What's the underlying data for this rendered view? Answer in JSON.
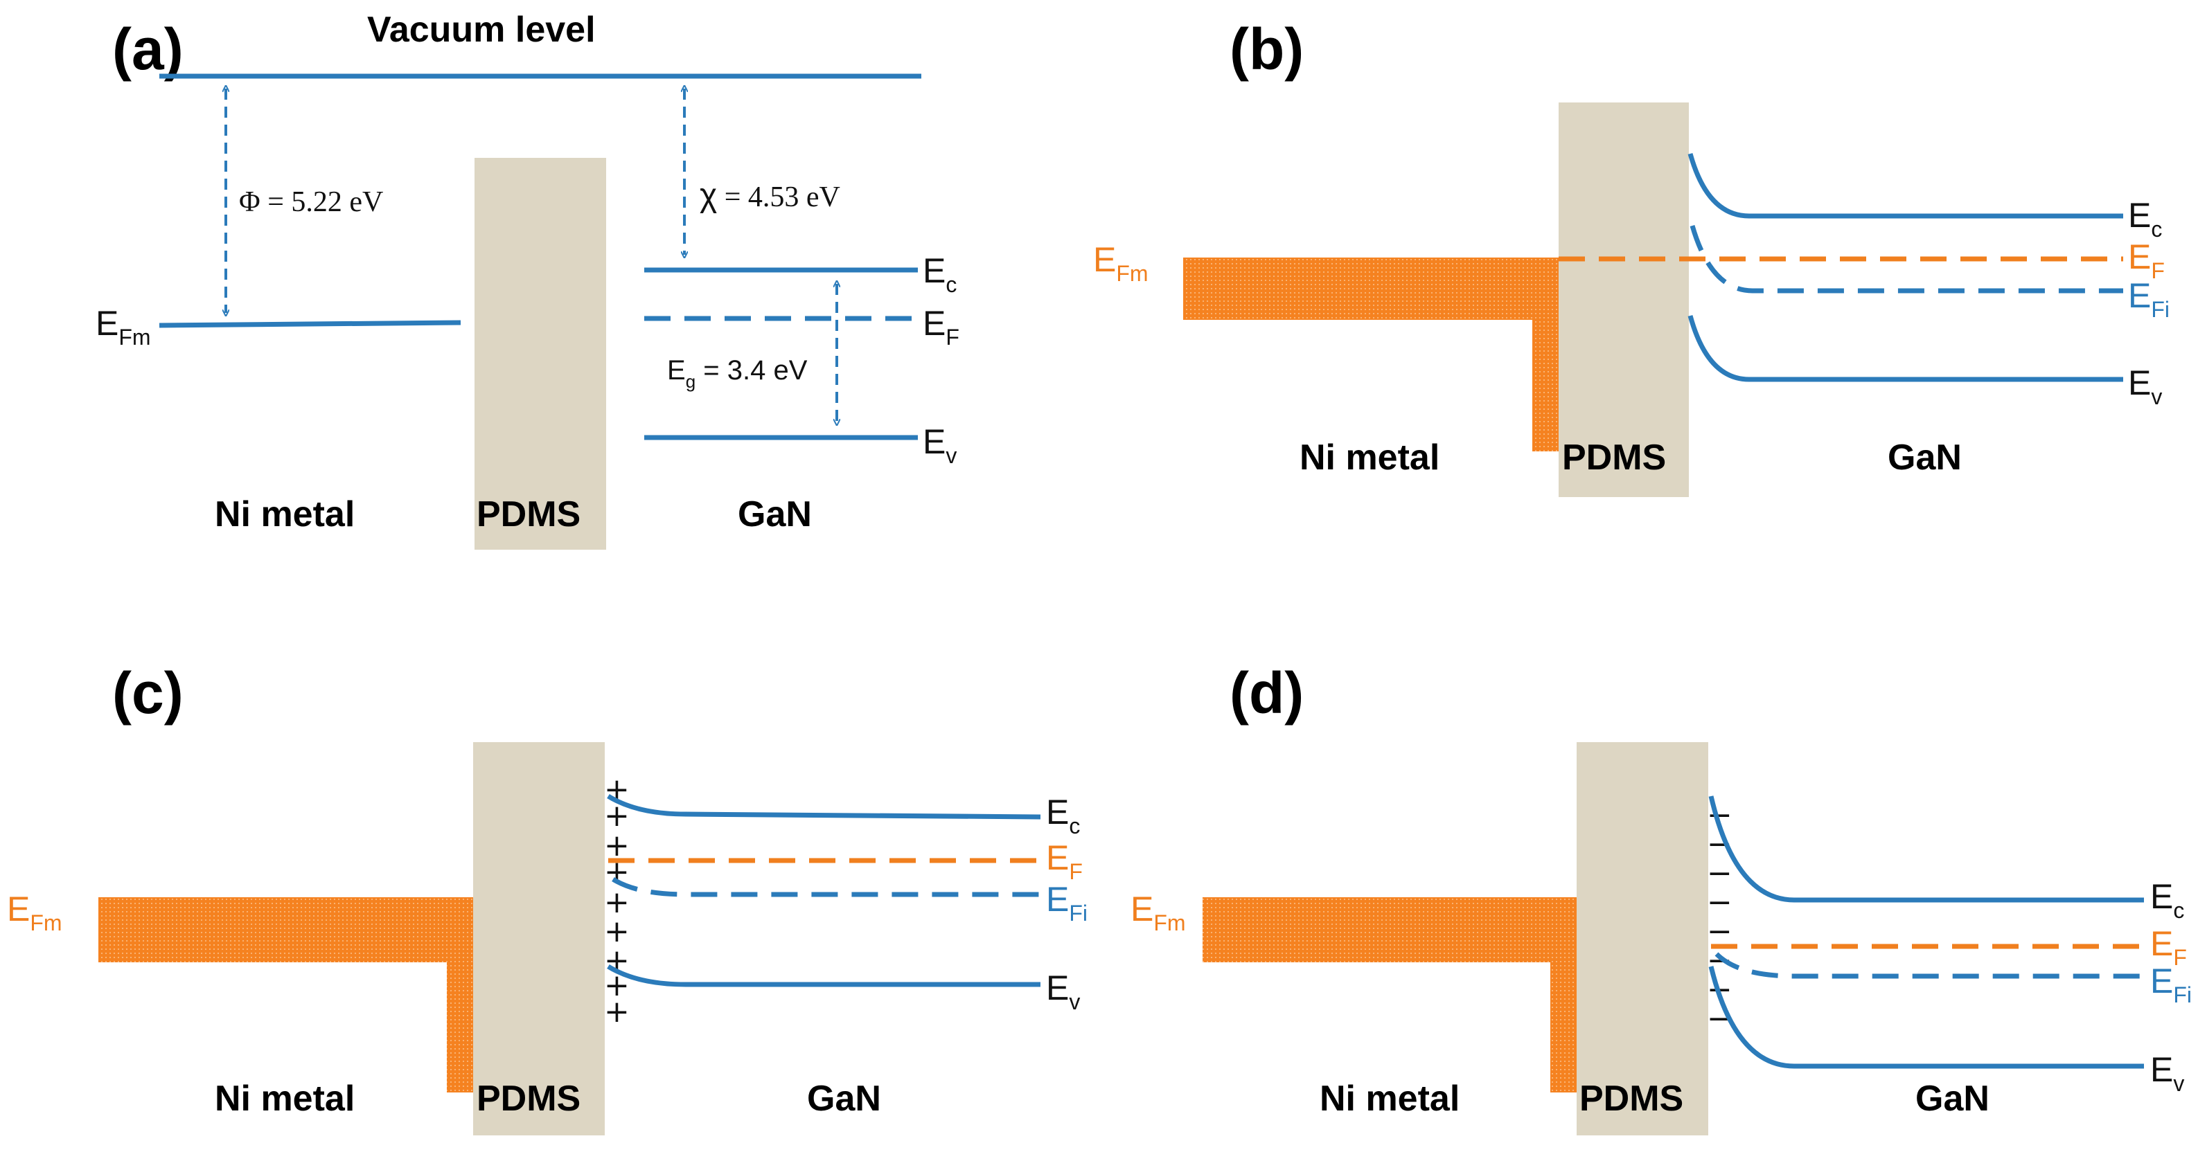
{
  "panels": {
    "a": {
      "label": "(a)",
      "vacuum_level": "Vacuum level",
      "phi": "Φ = 5.22 eV",
      "chi_symbol": "χ",
      "chi_value": " = 4.53 eV",
      "eg_main": "E",
      "eg_sub": "g",
      "eg_value": " = 3.4 eV",
      "efm_main": "E",
      "efm_sub": "Fm",
      "ec_main": "E",
      "ec_sub": "c",
      "ef_main": "E",
      "ef_sub": "F",
      "ev_main": "E",
      "ev_sub": "v",
      "ni_metal": "Ni metal",
      "pdms": "PDMS",
      "gan": "GaN"
    },
    "b": {
      "label": "(b)",
      "efm_main": "E",
      "efm_sub": "Fm",
      "ec_main": "E",
      "ec_sub": "c",
      "ef_main": "E",
      "ef_sub": "F",
      "efi_main": "E",
      "efi_sub": "Fi",
      "ev_main": "E",
      "ev_sub": "v",
      "ni_metal": "Ni metal",
      "pdms": "PDMS",
      "gan": "GaN"
    },
    "c": {
      "label": "(c)",
      "efm_main": "E",
      "efm_sub": "Fm",
      "ec_main": "E",
      "ec_sub": "c",
      "ef_main": "E",
      "ef_sub": "F",
      "efi_main": "E",
      "efi_sub": "Fi",
      "ev_main": "E",
      "ev_sub": "v",
      "ni_metal": "Ni metal",
      "pdms": "PDMS",
      "gan": "GaN",
      "charge": "+"
    },
    "d": {
      "label": "(d)",
      "efm_main": "E",
      "efm_sub": "Fm",
      "ec_main": "E",
      "ec_sub": "c",
      "ef_main": "E",
      "ef_sub": "F",
      "efi_main": "E",
      "efi_sub": "Fi",
      "ev_main": "E",
      "ev_sub": "v",
      "ni_metal": "Ni metal",
      "pdms": "PDMS",
      "gan": "GaN",
      "charge": "−"
    }
  },
  "colors": {
    "band_blue": "#2b7bba",
    "fermi_orange": "#f07f1e",
    "metal_orange": "#f58220",
    "pdms_beige": "#ddd6c3"
  }
}
